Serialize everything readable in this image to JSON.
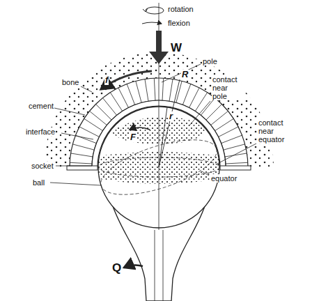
{
  "diagram": {
    "labels": [
      "rotation",
      "flexion",
      "W",
      "bone",
      "pole",
      "f",
      "contact near pole",
      "cement",
      "R",
      "interface",
      "r",
      "F",
      "contact near equator",
      "socket",
      "equator",
      "ball",
      "Q"
    ]
  }
}
